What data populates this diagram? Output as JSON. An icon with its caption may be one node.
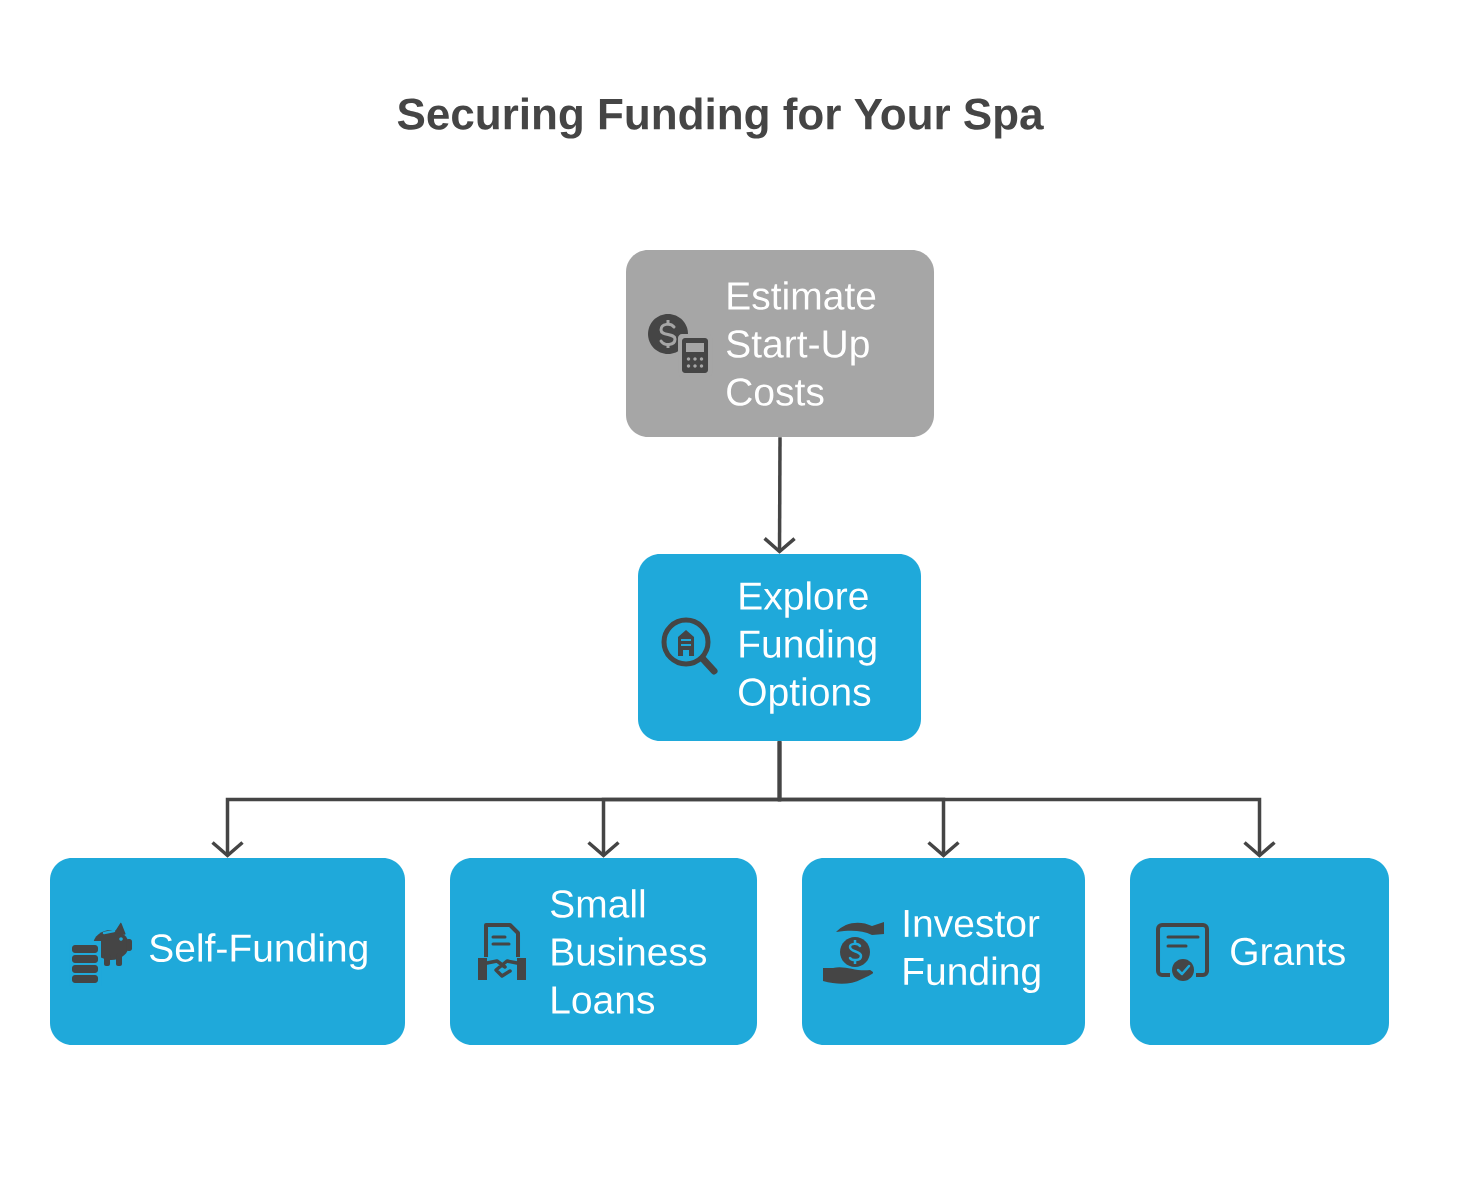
{
  "diagram": {
    "title": "Securing Funding for Your Spa",
    "nodes": [
      {
        "text": [
          "Estimate Start-Up Costs"
        ]
      },
      {
        "text": [
          "Explore Funding Options"
        ]
      },
      {
        "text": [
          "Self-Funding"
        ]
      },
      {
        "text": [
          "Small Business Loans"
        ]
      },
      {
        "text": [
          "Investor Funding"
        ]
      },
      {
        "text": [
          "Grants"
        ]
      }
    ],
    "edges": [
      {
        "from": 0,
        "to": 1,
        "arrow": "to"
      },
      {
        "from": 1,
        "to": 2,
        "arrow": "to"
      },
      {
        "from": 1,
        "to": 3,
        "arrow": "to"
      },
      {
        "from": 1,
        "to": 4,
        "arrow": "to"
      },
      {
        "from": 1,
        "to": 5,
        "arrow": "to"
      }
    ]
  }
}
